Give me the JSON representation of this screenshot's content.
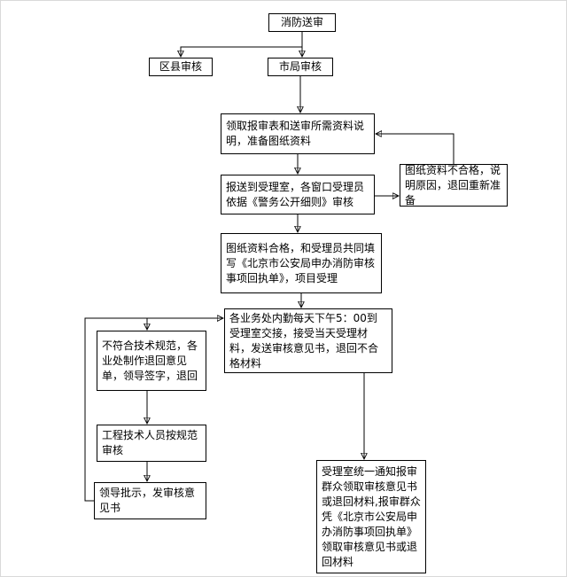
{
  "diagram": {
    "type": "flowchart",
    "colors": {
      "background": "#ffffff",
      "box_border": "#000000",
      "text": "#000000",
      "line": "#000000"
    }
  },
  "nodes": {
    "start": {
      "label": "消防送审"
    },
    "district": {
      "label": "区县审核"
    },
    "city": {
      "label": "市局审核"
    },
    "collect": {
      "label": "领取报审表和送审所需资料说明，准备图纸资料"
    },
    "submit": {
      "label": "报送到受理室，各窗口受理员依据《警务公开细则》审核"
    },
    "unqualified": {
      "label": "图纸资料不合格，说明原因，退回重新准备"
    },
    "qualified": {
      "label": "图纸资料合格，和受理员共同填写《北京市公安局申办消防审核事项回执单》，项目受理"
    },
    "handover": {
      "label": "各业务处内勤每天下午5：00到受理室交接，接受当天受理材料，发送审核意见书，退回不合格材料"
    },
    "nonconform": {
      "label": "不符合技术规范，各业处制作退回意见单，领导签字，退回"
    },
    "engineer": {
      "label": "工程技术人员按规范审核"
    },
    "leader": {
      "label": "领导批示，发审核意见书"
    },
    "notify": {
      "label": "受理室统一通知报审群众领取审核意见书或退回材料,报审群众凭《北京市公安局申办消防事项回执单》领取审核意见书或退回材料"
    }
  },
  "edges": [
    {
      "from": "start",
      "to": "district"
    },
    {
      "from": "start",
      "to": "city"
    },
    {
      "from": "city",
      "to": "collect"
    },
    {
      "from": "collect",
      "to": "submit"
    },
    {
      "from": "submit",
      "to": "unqualified"
    },
    {
      "from": "unqualified",
      "to": "collect"
    },
    {
      "from": "submit",
      "to": "qualified"
    },
    {
      "from": "qualified",
      "to": "handover"
    },
    {
      "from": "handover",
      "to": "notify"
    },
    {
      "from": "loop-junction",
      "to": "nonconform"
    },
    {
      "from": "nonconform",
      "to": "engineer"
    },
    {
      "from": "engineer",
      "to": "leader"
    },
    {
      "from": "leader",
      "to": "handover"
    }
  ]
}
